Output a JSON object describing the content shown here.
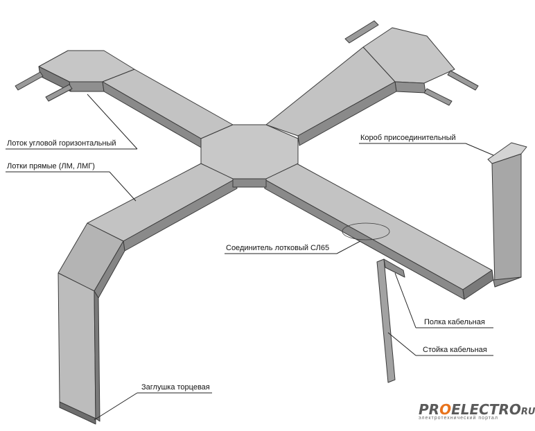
{
  "labels": {
    "corner_tray": "Лоток угловой горизонтальный",
    "straight_trays": "Лотки прямые (ЛМ, ЛМГ)",
    "connector_box": "Короб присоединительный",
    "tray_connector": "Соединитель лотковый СЛ65",
    "cable_shelf": "Полка кабельная",
    "cable_rack": "Стойка кабельная",
    "end_cap": "Заглушка торцевая"
  },
  "brand": {
    "part1": "PR",
    "part_o": "O",
    "part2": "ELECTRO",
    "suffix": "RU",
    "tagline": "электротехнический портал"
  },
  "colors": {
    "metal_top": "#c6c6c6",
    "metal_side": "#8f8f8f",
    "metal_dark": "#6e6e6e",
    "outline": "#3a3a3a",
    "brand_orange": "#e8731c"
  }
}
